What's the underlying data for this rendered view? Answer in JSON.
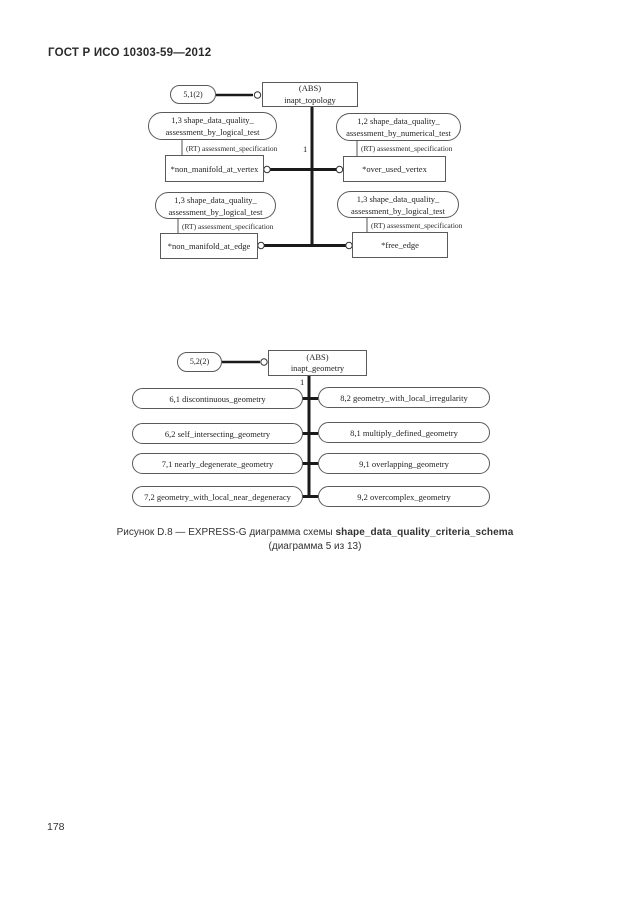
{
  "page": {
    "header": "ГОСТ Р ИСО 10303-59—2012",
    "number": "178"
  },
  "topology_diagram": {
    "page_ref": "5,1(2)",
    "supertype": {
      "stereotype": "(ABS)",
      "name": "inapt_topology"
    },
    "cardinality": "1",
    "branches": [
      {
        "test_ref_line1": "1,3 shape_data_quality_",
        "test_ref_line2": "assessment_by_logical_test",
        "attribute": "(RT) assessment_specification",
        "entity": "*non_manifold_at_vertex"
      },
      {
        "test_ref_line1": "1,2 shape_data_quality_",
        "test_ref_line2": "assessment_by_numerical_test",
        "attribute": "(RT) assessment_specification",
        "entity": "*over_used_vertex"
      },
      {
        "test_ref_line1": "1,3 shape_data_quality_",
        "test_ref_line2": "assessment_by_logical_test",
        "attribute": "(RT) assessment_specification",
        "entity": "*non_manifold_at_edge"
      },
      {
        "test_ref_line1": "1,3 shape_data_quality_",
        "test_ref_line2": "assessment_by_logical_test",
        "attribute": "(RT) assessment_specification",
        "entity": "*free_edge"
      }
    ]
  },
  "geometry_diagram": {
    "page_ref": "5,2(2)",
    "supertype": {
      "stereotype": "(ABS)",
      "name": "inapt_geometry"
    },
    "cardinality": "1",
    "left_subtypes": [
      "6,1 discontinuous_geometry",
      "6,2 self_intersecting_geometry",
      "7,1 nearly_degenerate_geometry",
      "7,2 geometry_with_local_near_degeneracy"
    ],
    "right_subtypes": [
      "8,2 geometry_with_local_irregularity",
      "8,1 multiply_defined_geometry",
      "9,1 overlapping_geometry",
      "9,2 overcomplex_geometry"
    ]
  },
  "figure_caption": {
    "prefix": "Рисунок D.8 — EXPRESS-G диаграмма схемы",
    "schema_name": "shape_data_quality_criteria_schema",
    "line2": "(диаграмма 5 из 13)"
  },
  "colors": {
    "ink": "#1f1f1f",
    "line": "#1a1a1a",
    "box_border": "#5a5a5a"
  }
}
